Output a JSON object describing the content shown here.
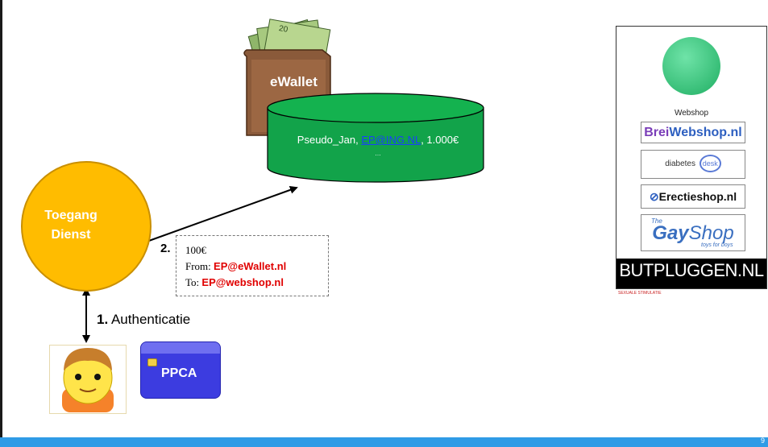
{
  "toegang": {
    "line1": "Toegang",
    "line2": "Dienst"
  },
  "ewallet": {
    "label": "eWallet",
    "money_denomination": "20"
  },
  "cylinder": {
    "name_prefix": "Pseudo_Jan, ",
    "email_link": "EP@ING.NL",
    "amount_suffix": ", 1.000€",
    "ellipsis": "…"
  },
  "transaction": {
    "step_number": "2.",
    "amount": "100€",
    "from_label": "From: ",
    "from_value": "EP@eWallet.nl",
    "to_label": "To: ",
    "to_value": "EP@webshop.nl"
  },
  "authentication": {
    "step_number": "1.",
    "label": " Authenticatie"
  },
  "ppca": {
    "label": "PPCA"
  },
  "webshop_panel": {
    "caption": "Webshop",
    "shops": {
      "brei_part1": "Brei",
      "brei_part2": "Webshop.nl",
      "diabetes": "diabetes",
      "desk": "desk",
      "erectie": "Erectieshop.nl",
      "gay_the": "The",
      "gay_part1": "Gay",
      "gay_part2": "Shop",
      "gay_tagline": "toys for boys",
      "butt": "BUTPLUGGEN.NL",
      "butt_tagline": "SEXUALE STIMULATIE"
    }
  },
  "footer": {
    "slide_number": "9"
  },
  "colors": {
    "toegang_fill": "#ffbc00",
    "cylinder_fill": "#12a34a",
    "footer_bar": "#2f9be6",
    "highlight_red": "#e00000",
    "ppca_blue": "#3c3ce0"
  }
}
